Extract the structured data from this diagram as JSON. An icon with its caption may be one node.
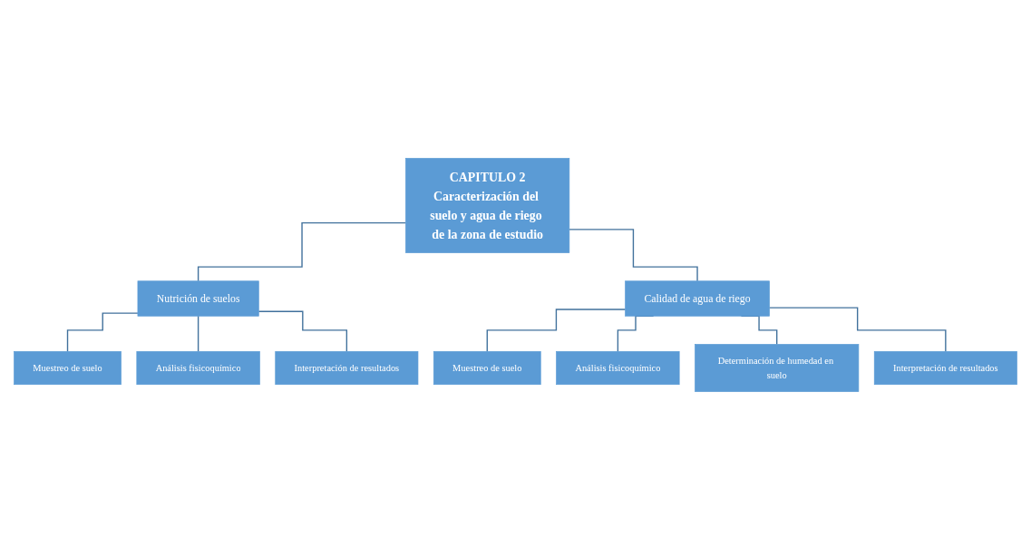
{
  "diagram": {
    "nodes": [
      {
        "text": [
          "CAPITULO 2",
          "Caracterización del suelo y agua de riego de la zona de estudio"
        ]
      },
      {
        "text": [
          "Nutrición de suelos"
        ]
      },
      {
        "text": [
          "Calidad de agua de riego"
        ]
      },
      {
        "text": [
          "Muestreo de suelo"
        ]
      },
      {
        "text": [
          "Análisis fisicoquímico"
        ]
      },
      {
        "text": [
          "Interpretación de resultados"
        ]
      },
      {
        "text": [
          "Muestreo de suelo"
        ]
      },
      {
        "text": [
          "Análisis fisicoquímico"
        ]
      },
      {
        "text": [
          "Determinación de humedad en suelo"
        ]
      },
      {
        "text": [
          "Interpretación de resultados"
        ]
      }
    ],
    "edges": [
      {
        "from": 0,
        "to": 1,
        "arrow": "none"
      },
      {
        "from": 0,
        "to": 2,
        "arrow": "none"
      },
      {
        "from": 1,
        "to": 3,
        "arrow": "none"
      },
      {
        "from": 1,
        "to": 4,
        "arrow": "none"
      },
      {
        "from": 1,
        "to": 5,
        "arrow": "none"
      },
      {
        "from": 2,
        "to": 6,
        "arrow": "none"
      },
      {
        "from": 2,
        "to": 7,
        "arrow": "none"
      },
      {
        "from": 2,
        "to": 8,
        "arrow": "none"
      },
      {
        "from": 2,
        "to": 9,
        "arrow": "none"
      }
    ]
  }
}
